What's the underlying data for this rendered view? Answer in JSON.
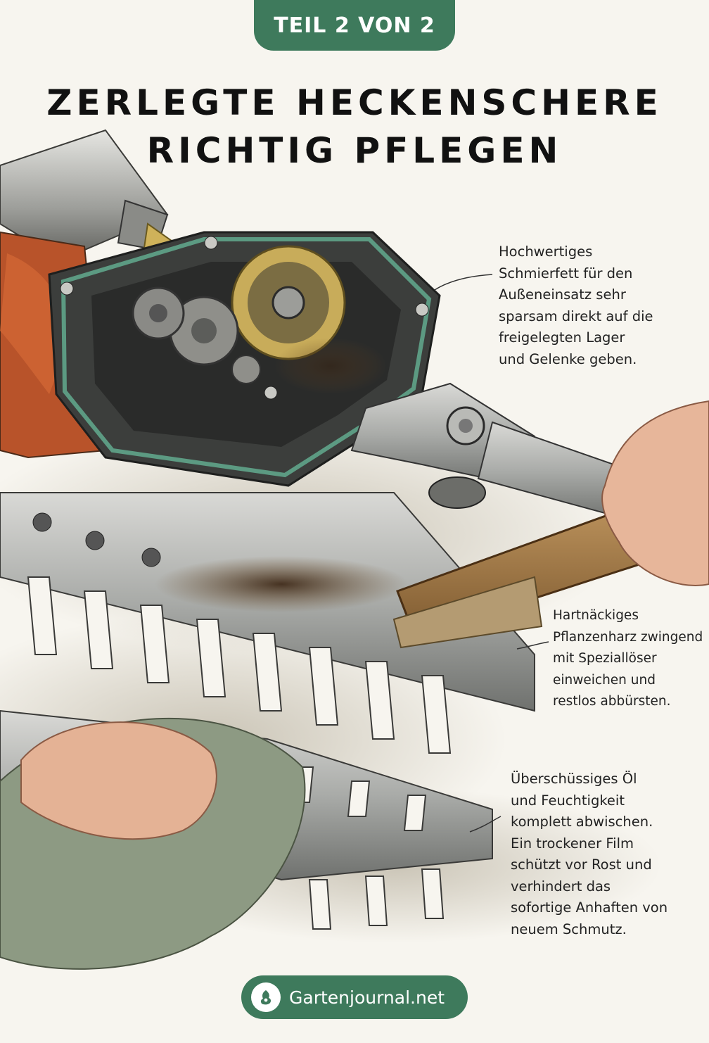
{
  "badge": {
    "label": "TEIL 2 VON 2"
  },
  "title": {
    "line1": "ZERLEGTE HECKENSCHERE",
    "line2": "RICHTIG PFLEGEN"
  },
  "notes": [
    {
      "lines": [
        "Hochwertiges",
        "Schmierfett für den",
        "Außeneinsatz sehr",
        "sparsam direkt auf die",
        "freigelegten Lager",
        "und Gelenke geben."
      ]
    },
    {
      "lines": [
        "Hartnäckiges",
        "Pflanzenharz zwingend",
        "mit Speziallöser",
        "einweichen und",
        "restlos abbürsten."
      ]
    },
    {
      "lines": [
        "Überschüssiges Öl",
        "und Feuchtigkeit",
        "komplett abwischen.",
        "Ein trockener Film",
        "schützt vor Rost und",
        "verhindert das",
        "sofortige Anhaften von",
        "neuem Schmutz."
      ]
    }
  ],
  "footer": {
    "brand": "Gartenjournal.net",
    "logo_icon": "garden-leaf-logo-icon"
  },
  "colors": {
    "accent": "#3e7a5c",
    "background": "#f7f5ef",
    "text": "#111111"
  }
}
